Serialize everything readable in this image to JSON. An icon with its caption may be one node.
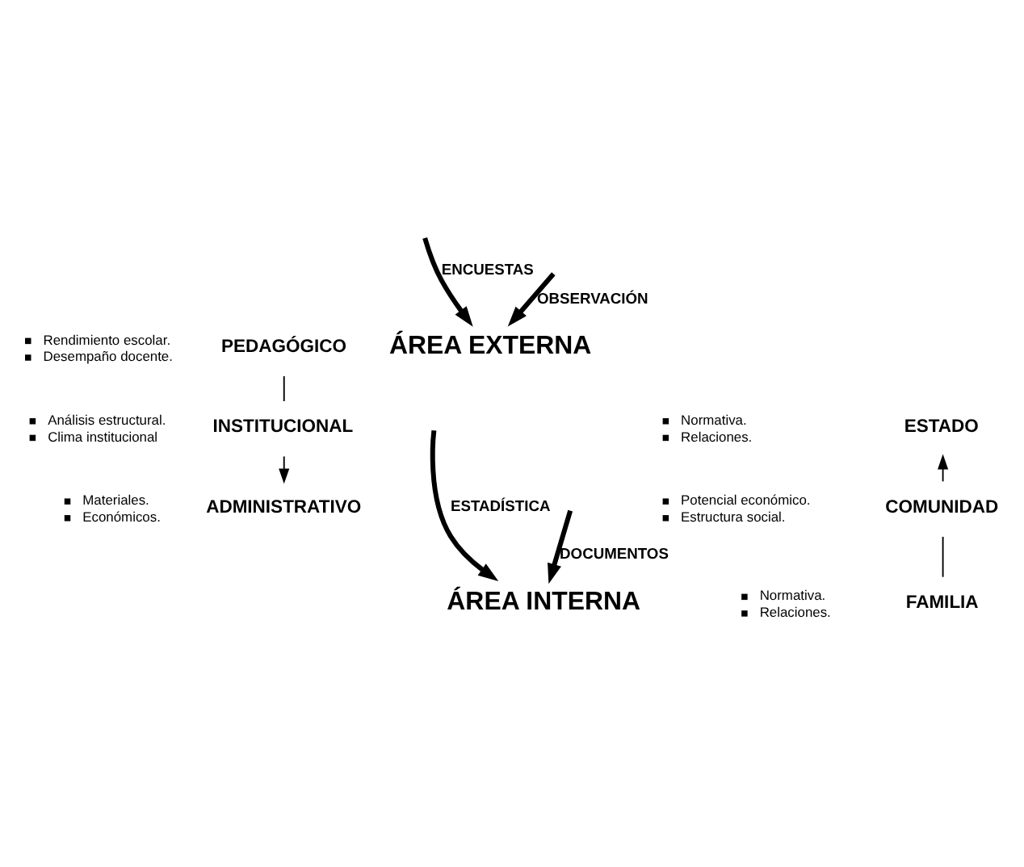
{
  "diagram": {
    "nodes": [
      {
        "text": [
          "PEDAGÓGICO"
        ],
        "beside": [
          "Rendimiento escolar.",
          "Desempaño docente."
        ]
      },
      {
        "text": [
          "INSTITUCIONAL"
        ],
        "beside": [
          "Análisis estructural.",
          "Clima institucional"
        ]
      },
      {
        "text": [
          "ADMINISTRATIVO"
        ],
        "beside": [
          "Materiales.",
          "Económicos."
        ]
      },
      {
        "text": [
          "ÁREA INTERNA"
        ]
      },
      {
        "text": [
          "ÁREA EXTERNA"
        ]
      },
      {
        "text": [
          "ESTADO"
        ],
        "beside": [
          "Normativa.",
          "Relaciones."
        ]
      },
      {
        "text": [
          "COMUNIDAD"
        ],
        "beside": [
          "Potencial económico.",
          "Estructura social."
        ]
      },
      {
        "text": [
          "FAMILIA"
        ],
        "beside": [
          "Normativa.",
          "Relaciones."
        ]
      }
    ],
    "edges": [
      {
        "from": 0,
        "to": 1,
        "arrow": "none"
      },
      {
        "from": 1,
        "to": 2,
        "arrow": "to"
      },
      {
        "from": null,
        "to": 3,
        "arrow": "to",
        "label": "ESTADÍSTICA",
        "style": "thick"
      },
      {
        "from": null,
        "to": 3,
        "arrow": "to",
        "label": "DOCUMENTOS",
        "style": "thick"
      },
      {
        "from": null,
        "to": 4,
        "arrow": "to",
        "label": "ENCUESTAS",
        "style": "thick"
      },
      {
        "from": null,
        "to": 4,
        "arrow": "to",
        "label": "OBSERVACIÓN",
        "style": "thick"
      },
      {
        "from": 6,
        "to": 5,
        "arrow": "to"
      },
      {
        "from": 6,
        "to": 7,
        "arrow": "none"
      }
    ]
  }
}
